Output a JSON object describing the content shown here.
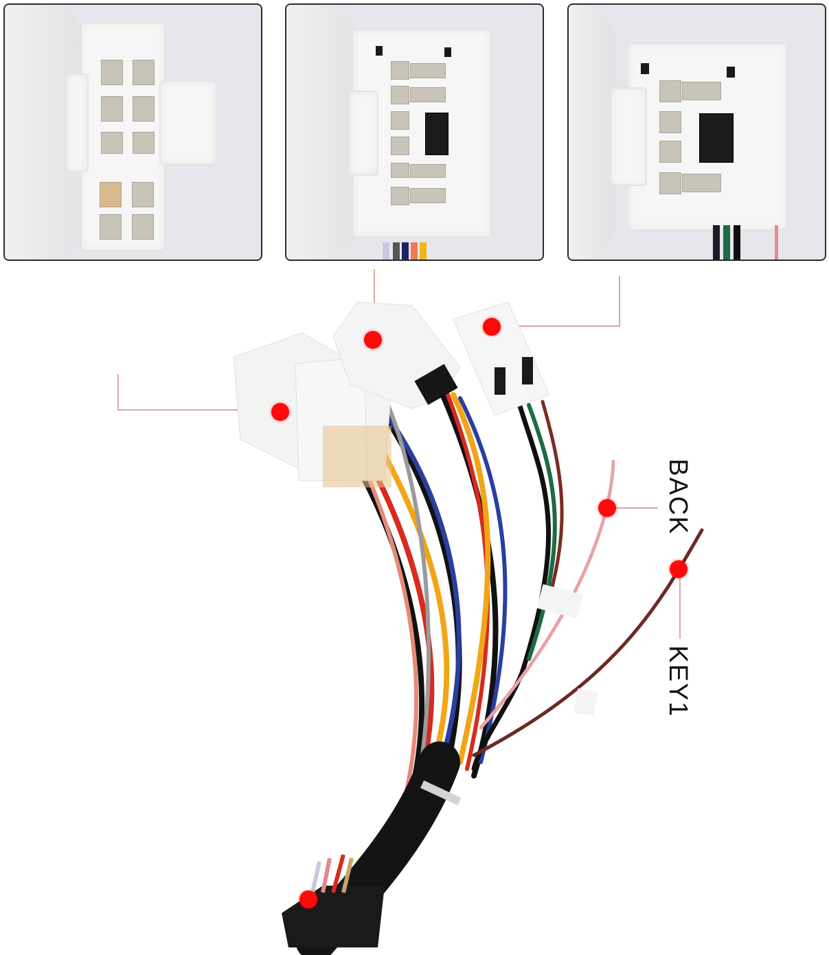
{
  "image": {
    "subject": "car stereo wiring harness adapter",
    "background_color": "#ffffff",
    "callout_color": "#ff0a0a"
  },
  "insets": [
    {
      "id": "inset-left",
      "depicts": "12-pin white connector face (2 columns of pins)"
    },
    {
      "id": "inset-middle",
      "depicts": "12-pin white connector face with black key"
    },
    {
      "id": "inset-right",
      "depicts": "8-pin white connector face with black key"
    }
  ],
  "labels": {
    "back": "BACK",
    "key1": "KEY1"
  },
  "wire_colors": [
    "#111111",
    "#d62b1e",
    "#f2a516",
    "#2a3f9e",
    "#1d6b45",
    "#e58a7a",
    "#7a2c22",
    "#9a9a9a",
    "#ffffff"
  ]
}
